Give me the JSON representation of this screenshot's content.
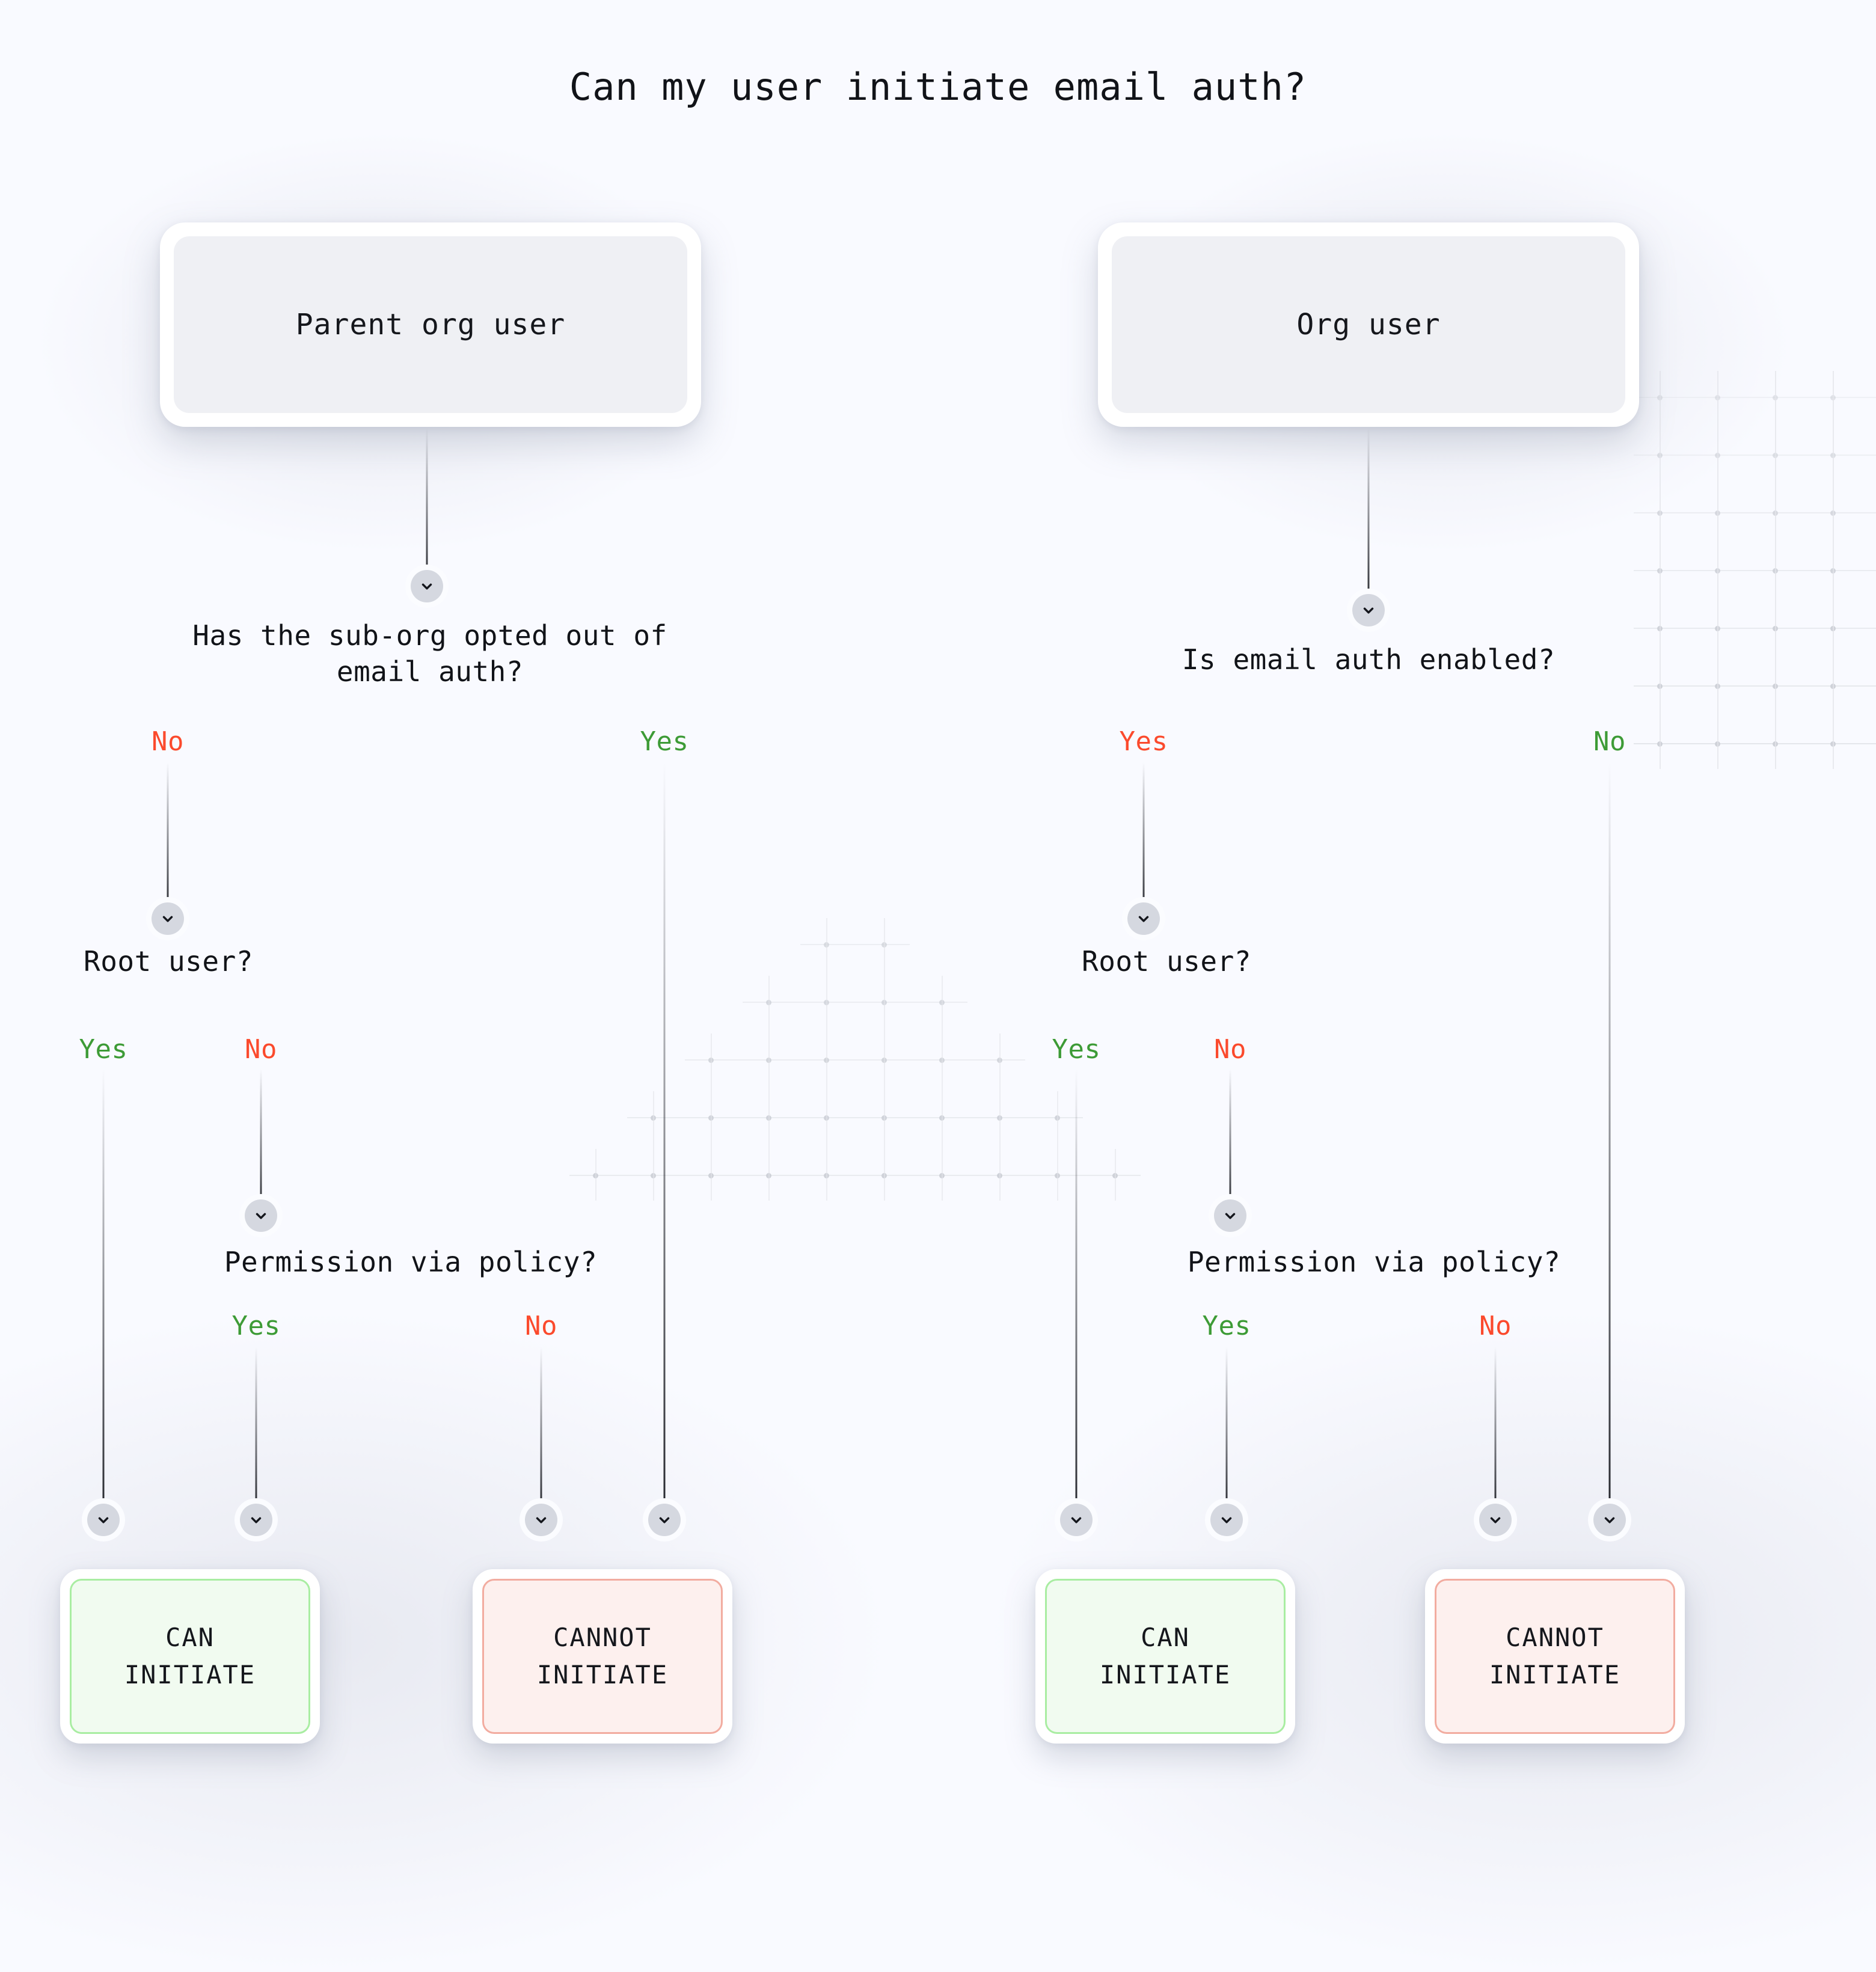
{
  "title": "Can my user initiate email auth?",
  "colors": {
    "background": "#f9faff",
    "yes_green": "#3d9b36",
    "no_red": "#fb4a2d",
    "card_white": "#ffffff",
    "node_fill": "#eff0f4",
    "can_fill": "#f1fbf0",
    "can_border": "#a9eda2",
    "cannot_fill": "#fdf0ee",
    "cannot_border": "#f2aca0",
    "connector": "#141620",
    "chevron_bg": "#d5d8e0"
  },
  "icons": {
    "chevron": "chevron-down-icon"
  },
  "branches": [
    {
      "id": "parent-org",
      "root_label": "Parent org user",
      "question_1": "Has the sub-org opted out of\nemail auth?",
      "q1_left_label": "No",
      "q1_left_color": "no-red",
      "q1_right_label": "Yes",
      "q1_right_color": "yes-green",
      "question_2": "Root user?",
      "q2_left_label": "Yes",
      "q2_left_color": "yes-green",
      "q2_right_label": "No",
      "q2_right_color": "no-red",
      "question_3": "Permission via policy?",
      "q3_left_label": "Yes",
      "q3_left_color": "yes-green",
      "q3_right_label": "No",
      "q3_right_color": "no-red",
      "outcome_can_line1": "CAN",
      "outcome_can_line2": "INITIATE",
      "outcome_cannot_line1": "CANNOT",
      "outcome_cannot_line2": "INITIATE"
    },
    {
      "id": "org",
      "root_label": "Org user",
      "question_1": "Is email auth enabled?",
      "q1_left_label": "Yes",
      "q1_left_color": "yes-red",
      "q1_right_label": "No",
      "q1_right_color": "no-green",
      "question_2": "Root user?",
      "q2_left_label": "Yes",
      "q2_left_color": "yes-green",
      "q2_right_label": "No",
      "q2_right_color": "no-red",
      "question_3": "Permission via policy?",
      "q3_left_label": "Yes",
      "q3_left_color": "yes-green",
      "q3_right_label": "No",
      "q3_right_color": "no-red",
      "outcome_can_line1": "CAN",
      "outcome_can_line2": "INITIATE",
      "outcome_cannot_line1": "CANNOT",
      "outcome_cannot_line2": "INITIATE"
    }
  ]
}
